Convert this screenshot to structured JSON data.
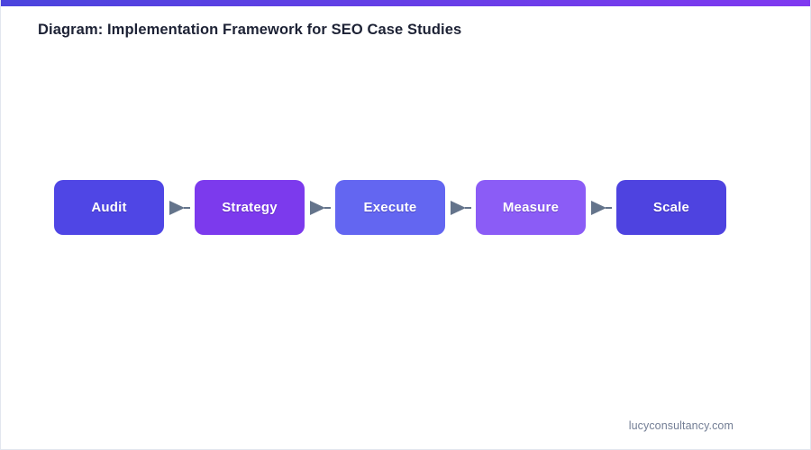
{
  "page": {
    "title": "Diagram: Implementation Framework for SEO Case Studies",
    "background_color": "#ffffff",
    "border_color": "#e2e6ef"
  },
  "accent_bar": {
    "gradient_start_color": "#4b44dd",
    "gradient_end_color": "#8039f0"
  },
  "diagram": {
    "type": "linear-process-flow",
    "arrow_color": "#64748b",
    "arrow_icon": "triangle-right-icon",
    "nodes": [
      {
        "label": "Audit",
        "color": "#4f46e5"
      },
      {
        "label": "Strategy",
        "color": "#7c3aed"
      },
      {
        "label": "Execute",
        "color": "#6366f1"
      },
      {
        "label": "Measure",
        "color": "#8b5cf6"
      },
      {
        "label": "Scale",
        "color": "#4e43e0"
      }
    ]
  },
  "footer": {
    "url": "lucyconsultancy.com",
    "color": "#737e95"
  }
}
